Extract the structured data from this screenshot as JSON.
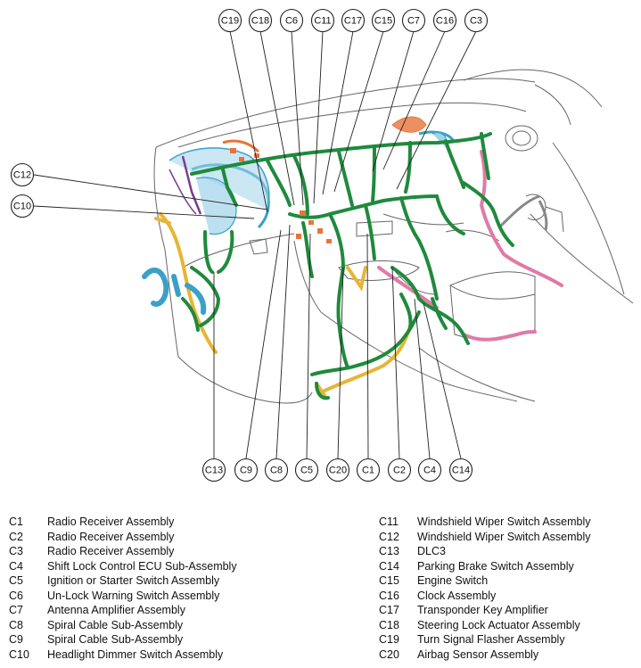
{
  "callouts_top": [
    "C19",
    "C18",
    "C6",
    "C11",
    "C17",
    "C15",
    "C7",
    "C16",
    "C3"
  ],
  "callouts_left": [
    "C12",
    "C10"
  ],
  "callouts_bottom": [
    "C13",
    "C9",
    "C8",
    "C5",
    "C20",
    "C1",
    "C2",
    "C4",
    "C14"
  ],
  "legend_left": [
    {
      "code": "C1",
      "name": "Radio Receiver Assembly"
    },
    {
      "code": "C2",
      "name": "Radio Receiver Assembly"
    },
    {
      "code": "C3",
      "name": "Radio Receiver Assembly"
    },
    {
      "code": "C4",
      "name": "Shift Lock Control ECU Sub-Assembly"
    },
    {
      "code": "C5",
      "name": "Ignition or Starter Switch Assembly"
    },
    {
      "code": "C6",
      "name": "Un-Lock Warning Switch Assembly"
    },
    {
      "code": "C7",
      "name": "Antenna Amplifier Assembly"
    },
    {
      "code": "C8",
      "name": "Spiral Cable Sub-Assembly"
    },
    {
      "code": "C9",
      "name": "Spiral Cable Sub-Assembly"
    },
    {
      "code": "C10",
      "name": "Headlight Dimmer Switch Assembly"
    }
  ],
  "legend_right": [
    {
      "code": "C11",
      "name": "Windshield Wiper Switch Assembly"
    },
    {
      "code": "C12",
      "name": "Windshield Wiper Switch Assembly"
    },
    {
      "code": "C13",
      "name": "DLC3"
    },
    {
      "code": "C14",
      "name": "Parking Brake Switch Assembly"
    },
    {
      "code": "C15",
      "name": "Engine Switch"
    },
    {
      "code": "C16",
      "name": "Clock Assembly"
    },
    {
      "code": "C17",
      "name": "Transponder Key Amplifier"
    },
    {
      "code": "C18",
      "name": "Steering Lock Actuator Assembly"
    },
    {
      "code": "C19",
      "name": "Turn Signal Flasher Assembly"
    },
    {
      "code": "C20",
      "name": "Airbag Sensor Assembly"
    }
  ],
  "colors": {
    "harness_main": "#1f8a3c",
    "harness_yellow": "#e7b535",
    "harness_blue": "#3aa0c8",
    "harness_light_blue": "#9fd3ea",
    "harness_pink": "#e07aa6",
    "harness_orange": "#e8743a",
    "harness_purple": "#7a3d8f",
    "body_outline": "#666666"
  }
}
